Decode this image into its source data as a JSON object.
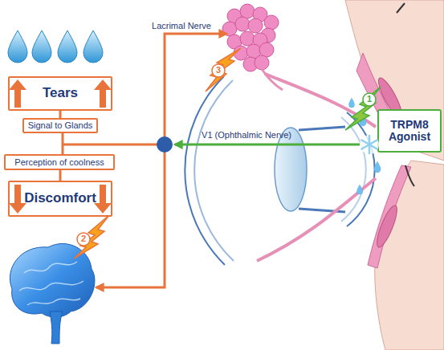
{
  "diagram": {
    "nodes": [
      {
        "text": [
          "Tears"
        ]
      },
      {
        "text": [
          "Signal to Glands"
        ]
      },
      {
        "text": [
          "TRPM8 Agonist"
        ]
      },
      {
        "text": [
          "Perception of coolness"
        ]
      },
      {
        "text": [
          "Discomfort"
        ]
      }
    ],
    "edges": [
      {
        "from": 1,
        "to": 0,
        "arrow": "none"
      },
      {
        "from": 3,
        "to": 4,
        "arrow": "none"
      }
    ],
    "labels": [
      "Lacrimal Nerve",
      "3",
      "1",
      "V1 (Ophthalmic Nerve)",
      "2"
    ]
  }
}
